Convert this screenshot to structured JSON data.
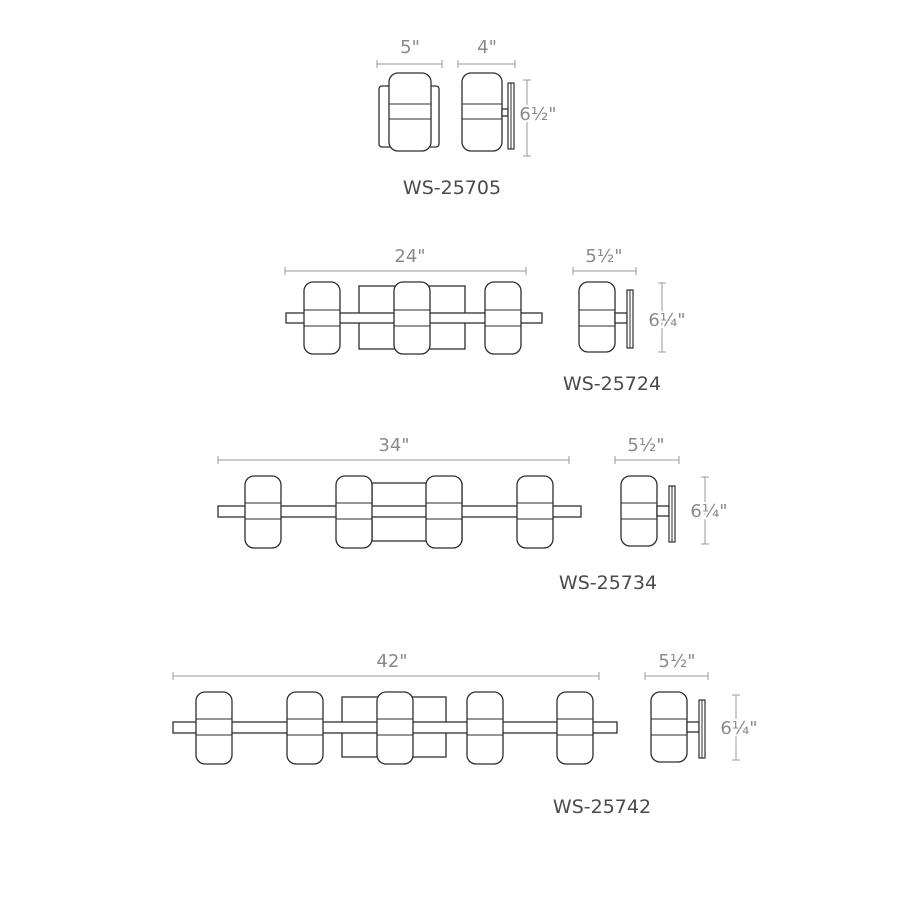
{
  "fixtures": [
    {
      "model": "WS-25705",
      "length_label": "5\"",
      "depth_label": "4\"",
      "height_label": "6½\""
    },
    {
      "model": "WS-25724",
      "length_label": "24\"",
      "depth_label": "5½\"",
      "height_label": "6¼\""
    },
    {
      "model": "WS-25734",
      "length_label": "34\"",
      "depth_label": "5½\"",
      "height_label": "6¼\""
    },
    {
      "model": "WS-25742",
      "length_label": "42\"",
      "depth_label": "5½\"",
      "height_label": "6¼\""
    }
  ]
}
